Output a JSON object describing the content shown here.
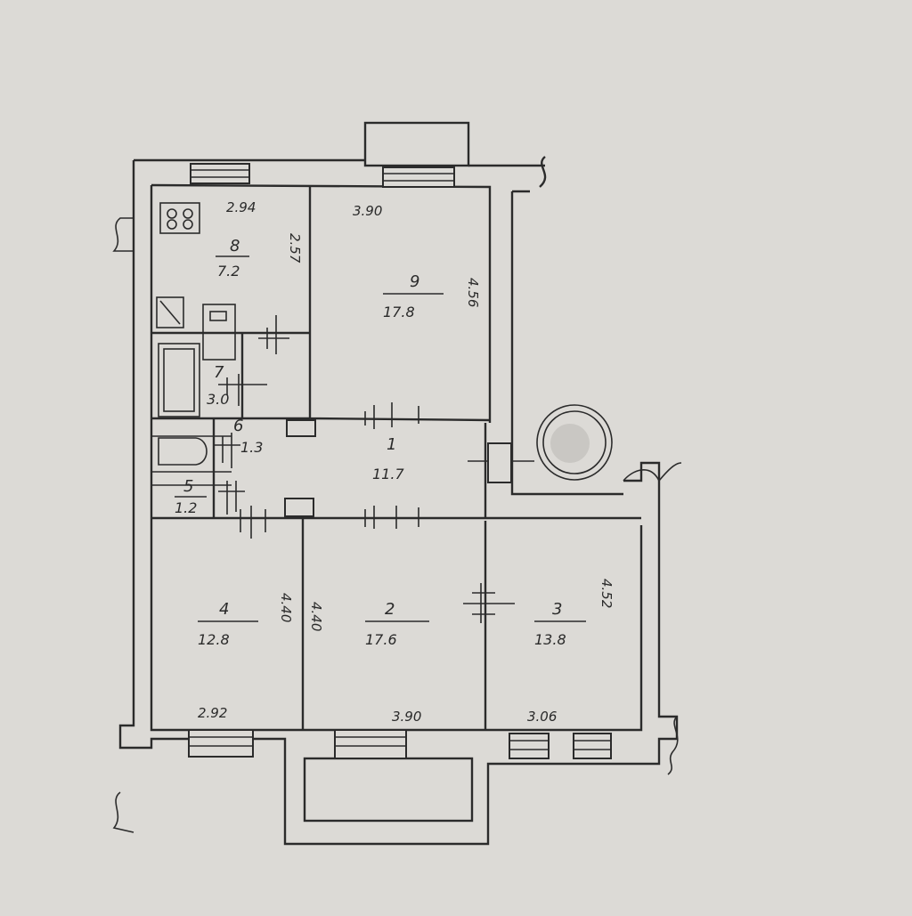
{
  "plan": {
    "colors": {
      "paper": "#dcdad6",
      "ink": "#2b2b2b",
      "stamp": "#c9c7c3"
    },
    "rooms": [
      {
        "id": "room-1",
        "number": "1",
        "area": "11.7"
      },
      {
        "id": "room-2",
        "number": "2",
        "area": "17.6"
      },
      {
        "id": "room-3",
        "number": "3",
        "area": "13.8"
      },
      {
        "id": "room-4",
        "number": "4",
        "area": "12.8"
      },
      {
        "id": "room-5",
        "number": "5",
        "area": "1.2"
      },
      {
        "id": "room-6",
        "number": "6",
        "area": "1.3"
      },
      {
        "id": "room-7",
        "number": "7",
        "area": "3.0"
      },
      {
        "id": "room-8",
        "number": "8",
        "area": "7.2"
      },
      {
        "id": "room-9",
        "number": "9",
        "area": "17.8"
      }
    ],
    "dimensions": {
      "top_left_width": "2.94",
      "top_right_width": "3.90",
      "bottom_left_width": "2.92",
      "bottom_mid_width": "3.90",
      "bottom_right_width": "3.06",
      "kitchen_depth": "2.57",
      "room9_depth": "4.56",
      "room4_depth": "4.40",
      "room2_depth": "4.40",
      "room3_depth": "4.52"
    }
  }
}
